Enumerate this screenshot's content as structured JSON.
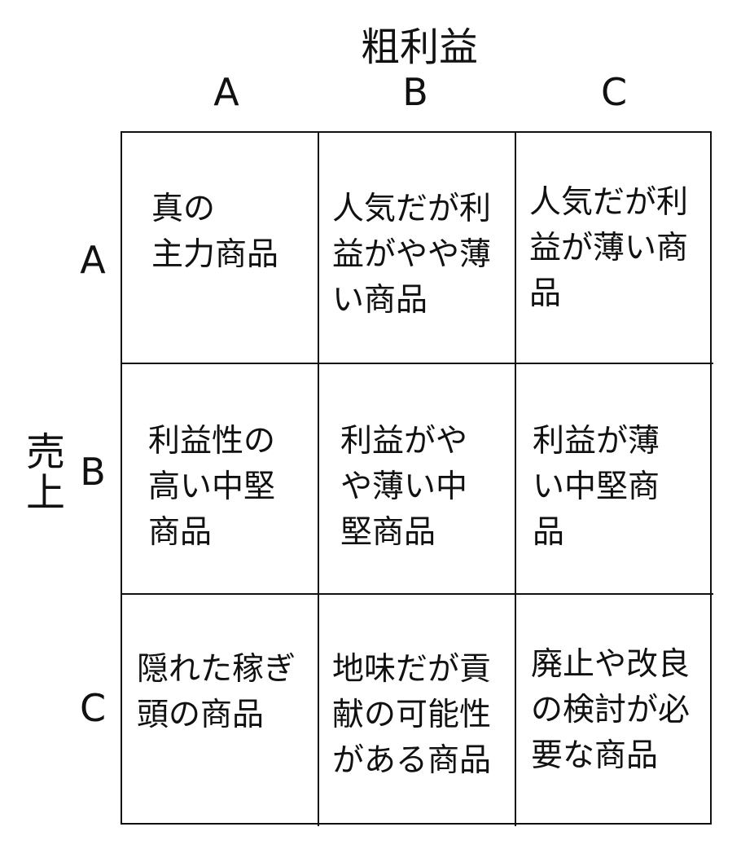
{
  "x_axis": {
    "title": "粗利益",
    "labels": [
      "A",
      "B",
      "C"
    ]
  },
  "y_axis": {
    "title": "売\n上",
    "labels": [
      "A",
      "B",
      "C"
    ]
  },
  "matrix": [
    [
      "真の\n主力商品",
      "人気だが利\n益がやや薄\nい商品",
      "人気だが利\n益が薄い商\n品"
    ],
    [
      "利益性の\n高い中堅\n商品",
      "利益がや\nや薄い中\n堅商品",
      "利益が薄\nい中堅商\n品"
    ],
    [
      "隠れた稼ぎ\n頭の商品",
      "地味だが貢\n献の可能性\nがある商品",
      "廃止や改良\nの検討が必\n要な商品"
    ]
  ],
  "colors": {
    "line": "#111111",
    "text": "#111111",
    "background": "#ffffff"
  }
}
